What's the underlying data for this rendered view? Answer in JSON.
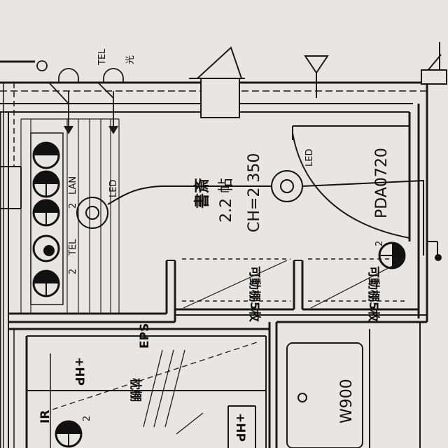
{
  "room": {
    "name": "書斎",
    "area": "2.2 帖",
    "ceiling": "CH=2 350"
  },
  "door": {
    "code": "PDA0720"
  },
  "wall_labels": {
    "tel_top": "TEL",
    "hikari": "光",
    "led_rail": "LED",
    "led_ceiling": "LED"
  },
  "outlets": {
    "lan": "LAN",
    "lan_count": "2",
    "tel": "TEL",
    "tel_count": "2",
    "right_count": "2",
    "ir_count": "2"
  },
  "shelves": {
    "label1": "可動棚5枚",
    "label2": "可動棚5枚"
  },
  "closet": {
    "eps": "EPS",
    "hp_top": "+HP",
    "shelf_label": "枕棚",
    "hp_bottom": "+HP",
    "ir": "IR"
  },
  "fixture": {
    "code": "W900"
  }
}
